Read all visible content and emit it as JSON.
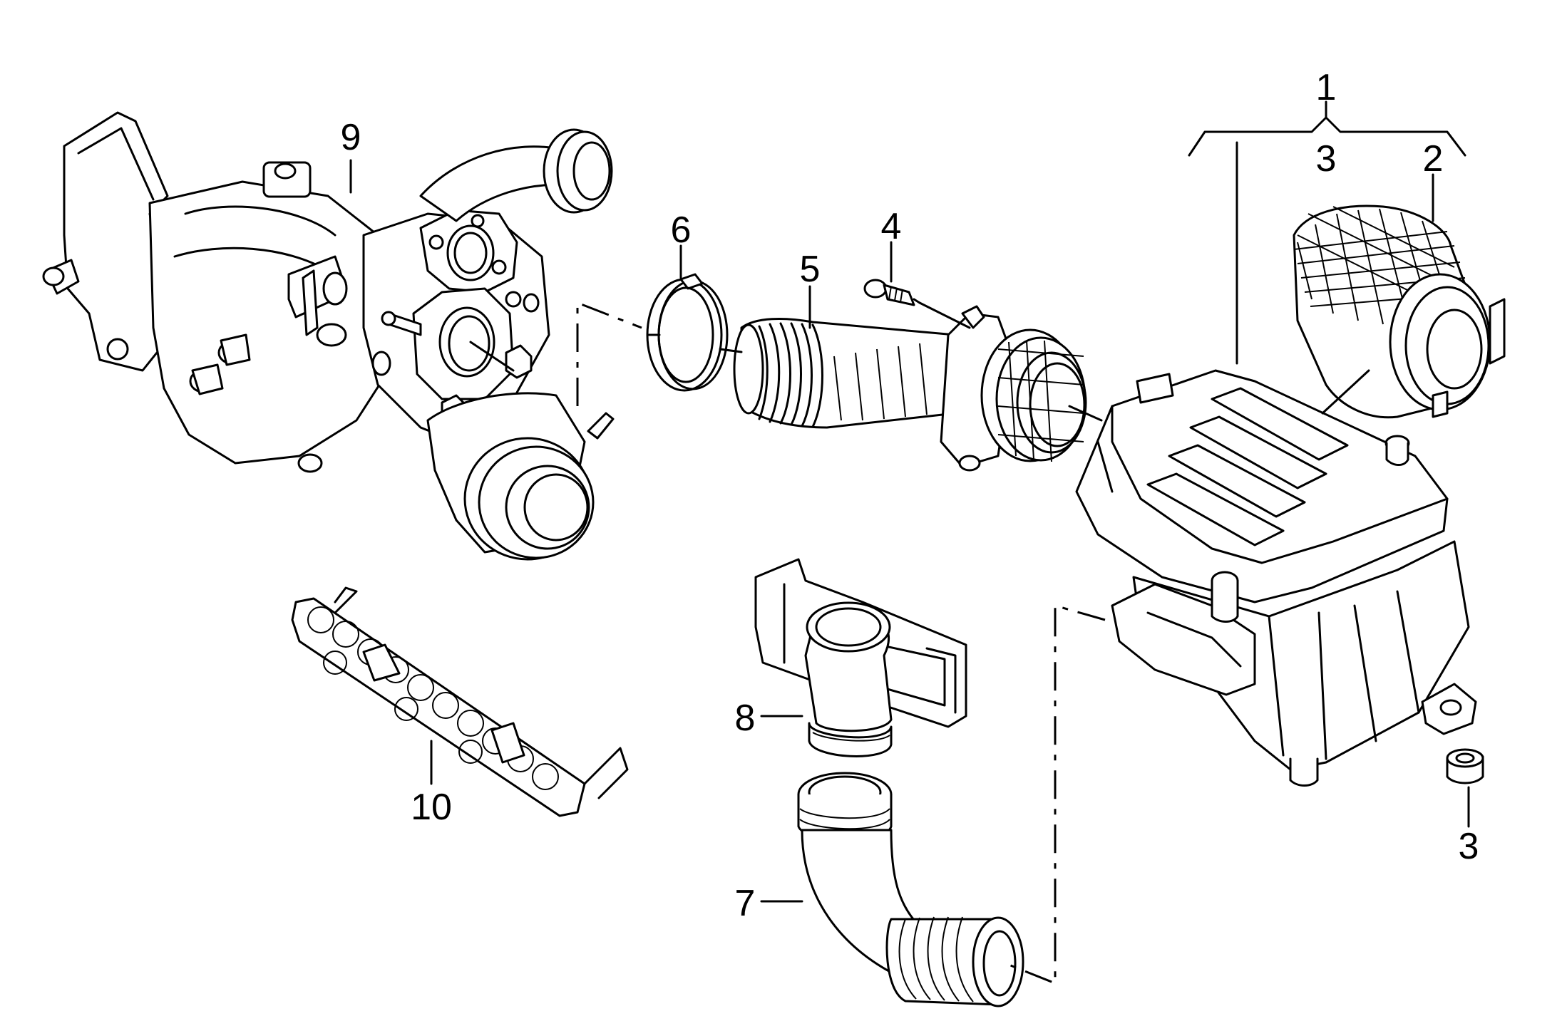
{
  "callouts": [
    {
      "id": "label-1",
      "text": "1"
    },
    {
      "id": "label-2",
      "text": "2"
    },
    {
      "id": "label-3-top",
      "text": "3"
    },
    {
      "id": "label-3-bottom",
      "text": "3"
    },
    {
      "id": "label-4",
      "text": "4"
    },
    {
      "id": "label-5",
      "text": "5"
    },
    {
      "id": "label-6",
      "text": "6"
    },
    {
      "id": "label-7",
      "text": "7"
    },
    {
      "id": "label-8",
      "text": "8"
    },
    {
      "id": "label-9",
      "text": "9"
    },
    {
      "id": "label-10",
      "text": "10"
    }
  ]
}
